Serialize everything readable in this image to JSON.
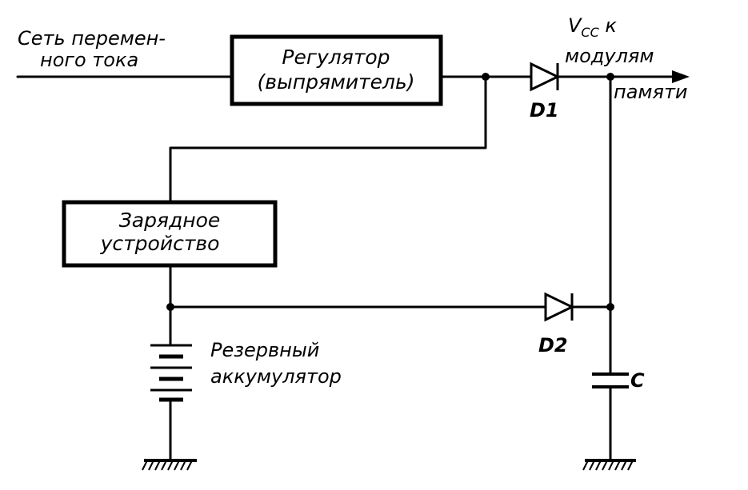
{
  "ac_input": {
    "line1": "Сеть перемен-",
    "line2": "ного тока"
  },
  "regulator": {
    "line1": "Регулятор",
    "line2": "(выпрямитель)"
  },
  "vcc_output": {
    "line1": "V",
    "sub": "CC",
    "line1_rest": " к",
    "line2": "модулям",
    "line3": "памяти"
  },
  "d1": {
    "label": "D1"
  },
  "charger": {
    "line1": "Зарядное",
    "line2": "устройство"
  },
  "battery": {
    "line1": "Резервный",
    "line2": "аккумулятор"
  },
  "d2": {
    "label": "D2"
  },
  "capacitor": {
    "label": "C"
  }
}
